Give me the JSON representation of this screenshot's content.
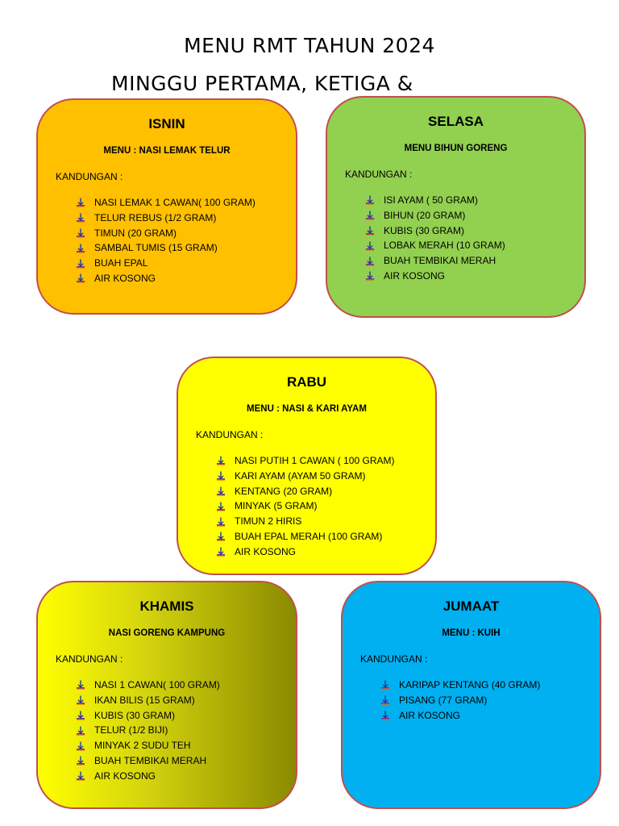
{
  "header": {
    "title": "MENU RMT TAHUN 2024",
    "subtitle": "MINGGU PERTAMA, KETIGA &"
  },
  "colors": {
    "isnin": "#ffc000",
    "selasa": "#92d050",
    "rabu": "#ffff00",
    "khamis": "#c8c800",
    "jumaat": "#00b0f0",
    "border": "#c0504d"
  },
  "bullet_icon": "down-arrow-bullet-icon",
  "cards": {
    "isnin": {
      "day": "ISNIN",
      "menu": "MENU : NASI LEMAK TELUR",
      "kandungan": "KANDUNGAN :",
      "items": [
        "NASI LEMAK 1 CAWAN( 100 GRAM)",
        "TELUR REBUS (1/2 GRAM)",
        "TIMUN (20 GRAM)",
        "SAMBAL TUMIS (15 GRAM)",
        "BUAH  EPAL",
        "AIR KOSONG"
      ]
    },
    "selasa": {
      "day": "SELASA",
      "menu": "MENU BIHUN GORENG",
      "kandungan": "KANDUNGAN :",
      "items": [
        "ISI  AYAM ( 50 GRAM)",
        "BIHUN (20 GRAM)",
        "KUBIS (30 GRAM)",
        "LOBAK MERAH (10 GRAM)",
        "BUAH TEMBIKAI MERAH",
        "AIR KOSONG"
      ]
    },
    "rabu": {
      "day": "RABU",
      "menu": "MENU : NASI & KARI AYAM",
      "kandungan": "KANDUNGAN :",
      "items": [
        "NASI PUTIH 1 CAWAN ( 100 GRAM)",
        "KARI AYAM (AYAM 50 GRAM)",
        "KENTANG (20 GRAM)",
        "MINYAK (5 GRAM)",
        "TIMUN 2 HIRIS",
        "BUAH EPAL MERAH (100 GRAM)",
        "AIR KOSONG"
      ]
    },
    "khamis": {
      "day": "KHAMIS",
      "menu": "NASI GORENG KAMPUNG",
      "kandungan": "KANDUNGAN :",
      "items": [
        "NASI 1 CAWAN( 100 GRAM)",
        "IKAN BILIS  (15 GRAM)",
        "KUBIS (30 GRAM)",
        "TELUR (1/2 BIJI)",
        "MINYAK 2 SUDU TEH",
        "BUAH TEMBIKAI MERAH",
        "AIR KOSONG"
      ]
    },
    "jumaat": {
      "day": "JUMAAT",
      "menu": "MENU : KUIH",
      "kandungan": "KANDUNGAN :",
      "items": [
        "KARIPAP KENTANG (40 GRAM)",
        "PISANG (77 GRAM)",
        "AIR KOSONG"
      ]
    }
  }
}
